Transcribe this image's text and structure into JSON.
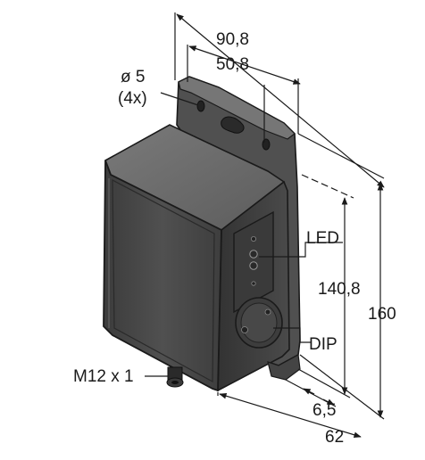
{
  "drawing": {
    "dimensions": {
      "overall_width": "90,8",
      "mounting_pitch_width": "50,8",
      "hole_diameter": "ø 5",
      "hole_count": "(4x)",
      "mounting_pitch_height": "140,8",
      "overall_height": "160",
      "flange_thickness": "6,5",
      "overall_depth": "62"
    },
    "callouts": {
      "led": "LED",
      "dip": "DIP",
      "connector": "M12 x 1"
    },
    "colors": {
      "housing_front": "#4a4a4a",
      "housing_top": "#6e6e6e",
      "housing_side": "#3a3a3a",
      "bracket": "#5a5a5a",
      "line": "#1a1a1a"
    }
  }
}
